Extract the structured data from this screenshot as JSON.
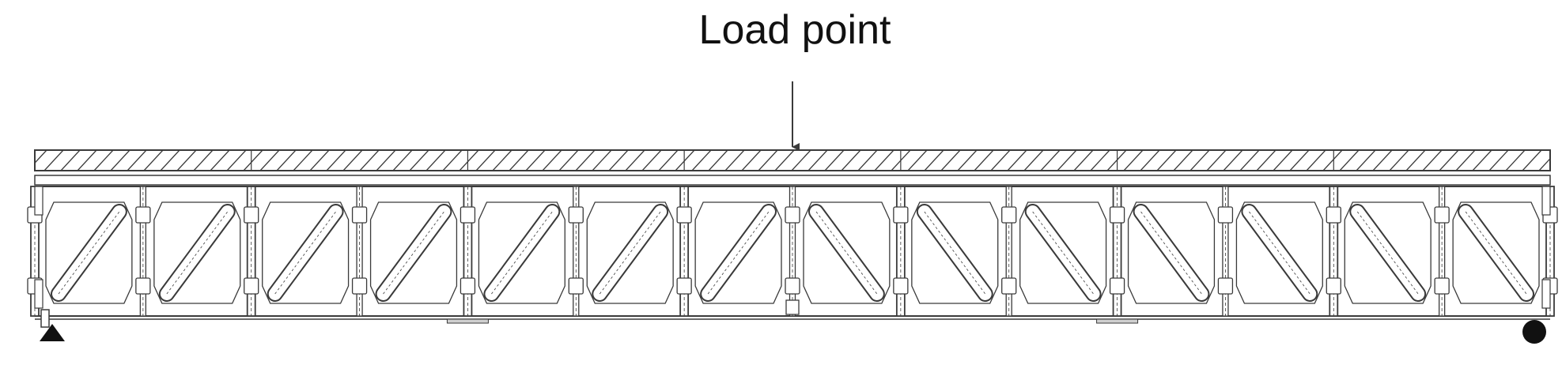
{
  "annotation": {
    "load_label": "Load point"
  },
  "colors": {
    "line": "#3a3a3a",
    "fill": "#ffffff",
    "support": "#111111",
    "pad": "#cfcfcf"
  },
  "structure": {
    "panels": 14,
    "diagonal_pattern": [
      "up",
      "up",
      "up",
      "up",
      "up",
      "up",
      "up",
      "down",
      "down",
      "down",
      "down",
      "down",
      "down",
      "down"
    ],
    "supports": [
      "pin",
      "roller"
    ]
  }
}
